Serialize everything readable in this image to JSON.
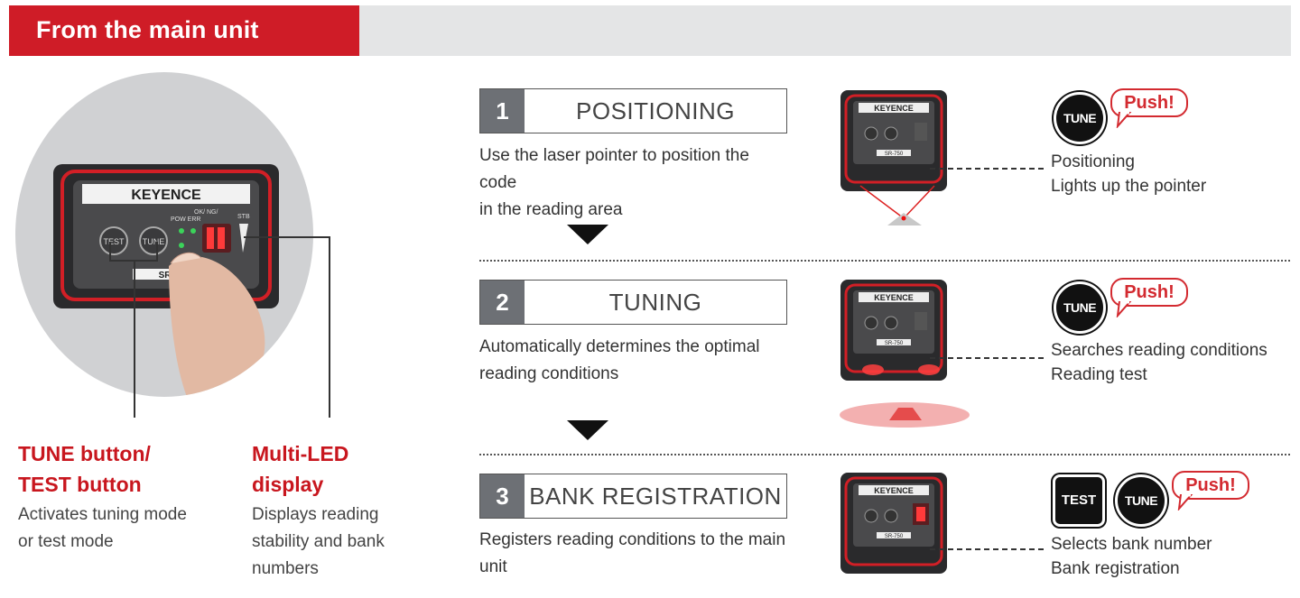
{
  "header": {
    "title": "From the main unit"
  },
  "device": {
    "brand": "KEYENCE",
    "model": "SR-750",
    "model_short": "SR-7",
    "btn_test": "TEST",
    "btn_tune": "TUNE",
    "led_labels": [
      "OK/ NG/",
      "POW ERR",
      "STB"
    ]
  },
  "left": {
    "tune_title_1": "TUNE button/",
    "tune_title_2": "TEST button",
    "tune_desc_1": "Activates tuning mode",
    "tune_desc_2": "or test mode",
    "led_title_1": "Multi-LED",
    "led_title_2": "display",
    "led_desc_1": "Displays reading",
    "led_desc_2": "stability and bank",
    "led_desc_3": "numbers"
  },
  "steps": [
    {
      "num": "1",
      "title": "POSITIONING",
      "desc_1": "Use the laser pointer to position the code",
      "desc_2": "in the reading area",
      "buttons": [
        "TUNE"
      ],
      "push": "Push!",
      "result_1": "Positioning",
      "result_2": "Lights up the pointer"
    },
    {
      "num": "2",
      "title": "TUNING",
      "desc_1": "Automatically determines the optimal",
      "desc_2": "reading conditions",
      "buttons": [
        "TUNE"
      ],
      "push": "Push!",
      "result_1": "Searches reading conditions",
      "result_2": "Reading test"
    },
    {
      "num": "3",
      "title": "BANK REGISTRATION",
      "desc_1": "Registers reading conditions to the main",
      "desc_2": "unit",
      "buttons": [
        "TEST",
        "TUNE"
      ],
      "push": "Push!",
      "result_1": "Selects bank number",
      "result_2": "Bank registration"
    }
  ],
  "colors": {
    "header_red": "#cf1c27",
    "label_red": "#c8161e",
    "step_num_bg": "#6d7075",
    "push_red": "#d32a30"
  }
}
